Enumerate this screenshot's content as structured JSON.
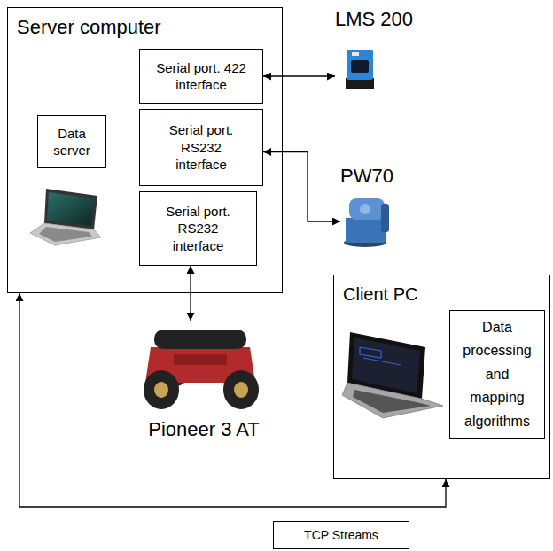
{
  "diagram": {
    "nodes": [
      {
        "text": [
          "Server computer"
        ]
      },
      {
        "text": [
          "Serial port. 422 interface"
        ],
        "in": 0
      },
      {
        "text": [
          "Data server"
        ],
        "in": 0
      },
      {
        "text": [
          "Serial port. RS232 interface"
        ],
        "in": 0
      },
      {
        "text": [
          "Serial port. RS232 interface"
        ],
        "in": 0
      },
      {
        "text": [
          "LMS 200"
        ]
      },
      {
        "text": [
          "PW70"
        ]
      },
      {
        "text": [
          "Pioneer 3 AT"
        ]
      },
      {
        "text": [
          "Client PC"
        ]
      },
      {
        "text": [
          "Data processing and mapping algorithms"
        ],
        "in": 8
      },
      {
        "text": [
          "TCP Streams"
        ]
      }
    ],
    "edges": [
      {
        "from": 1,
        "to": 5,
        "arrow": "both"
      },
      {
        "from": 3,
        "to": 6,
        "arrow": "both"
      },
      {
        "from": 4,
        "to": 7,
        "arrow": "both"
      },
      {
        "from": 0,
        "to": 8,
        "arrow": "both"
      }
    ]
  }
}
